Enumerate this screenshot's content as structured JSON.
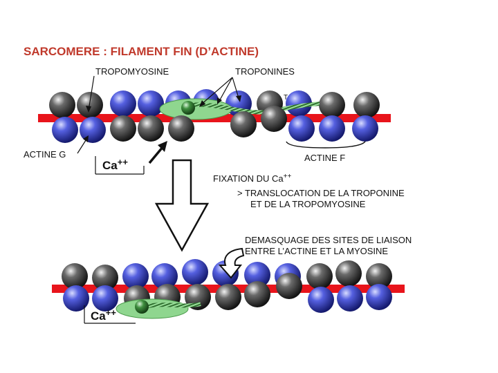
{
  "title": "SARCOMERE : FILAMENT FIN (D’ACTINE)",
  "labels": {
    "tropomyosine": "TROPOMYOSINE",
    "troponines": "TROPONINES",
    "t_mark": "T",
    "actine_g": "ACTINE G",
    "actine_f": "ACTINE F",
    "ca_top": "Ca",
    "ca_top_sup": "++",
    "fixation": "FIXATION DU Ca",
    "fixation_sup": "++",
    "translocation_1": "> TRANSLOCATION DE LA TROPONINE",
    "translocation_2": "ET DE LA TROPOMYOSINE",
    "demasquage_1": "DEMASQUAGE DES SITES DE LIAISON",
    "demasquage_2": "ENTRE L’ACTINE ET LA MYOSINE",
    "ca_bottom": "Ca",
    "ca_bottom_sup": "++"
  },
  "colors": {
    "title": "#c0392b",
    "filament_red": "#e8141b",
    "blue_actin": "#2b35b8",
    "gray_actin": "#2e2e2e",
    "troponin_green": "#8fd68f",
    "tropomyosin_strand": "#2f6e2f"
  }
}
